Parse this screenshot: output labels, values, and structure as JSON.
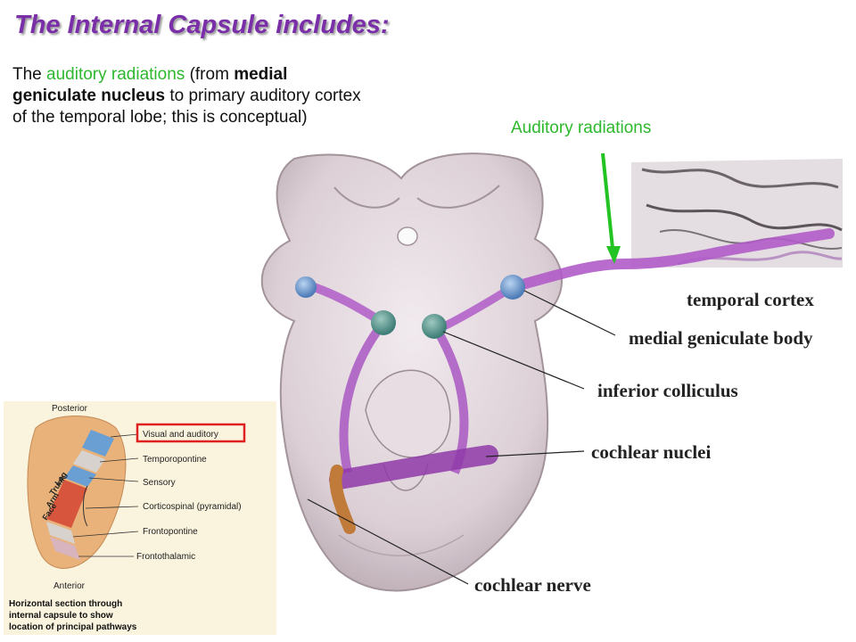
{
  "title": "The Internal Capsule includes:",
  "caption": {
    "part1": "The ",
    "highlight": "auditory radiations",
    "part2": " (from ",
    "bold": "medial geniculate nucleus",
    "part3": " to primary auditory cortex of the temporal lobe; this is conceptual)"
  },
  "arrow_label": "Auditory radiations",
  "labels": {
    "temporal_cortex": "temporal cortex",
    "medial_geniculate_body": "medial geniculate body",
    "inferior_colliculus": "inferior colliculus",
    "cochlear_nuclei": "cochlear nuclei",
    "cochlear_nerve": "cochlear nerve"
  },
  "inset": {
    "top": "Posterior",
    "bottom": "Anterior",
    "tracts": [
      "Visual and auditory",
      "Temporopontine",
      "Sensory",
      "Corticospinal (pyramidal)",
      "Frontopontine",
      "Frontothalamic"
    ],
    "body_parts": [
      "Leg",
      "Trunk",
      "Arm",
      "Face"
    ],
    "caption_lines": [
      "Horizontal section through",
      "internal capsule to show",
      "location of principal pathways"
    ]
  },
  "colors": {
    "title": "#7a2fa8",
    "highlight": "#2db82d",
    "tract": "#b05cc8",
    "box": "#e02020"
  }
}
